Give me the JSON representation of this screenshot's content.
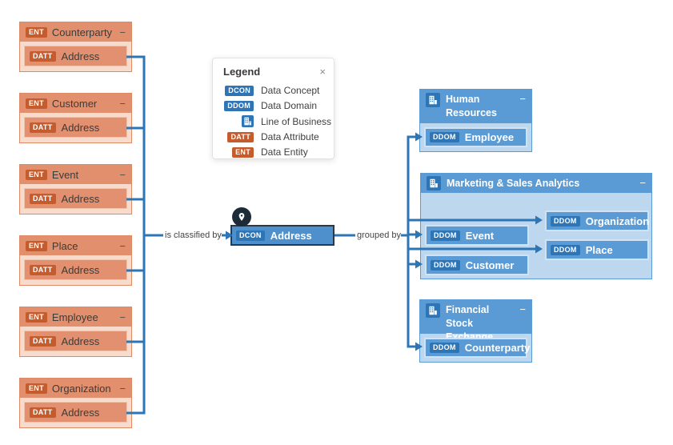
{
  "edges": {
    "left_label": "is classified by",
    "right_label": "grouped by"
  },
  "entities": [
    {
      "badge": "ENT",
      "name": "Counterparty",
      "collapse": "−",
      "attribute": {
        "badge": "DATT",
        "name": "Address"
      }
    },
    {
      "badge": "ENT",
      "name": "Customer",
      "collapse": "−",
      "attribute": {
        "badge": "DATT",
        "name": "Address"
      }
    },
    {
      "badge": "ENT",
      "name": "Event",
      "collapse": "−",
      "attribute": {
        "badge": "DATT",
        "name": "Address"
      }
    },
    {
      "badge": "ENT",
      "name": "Place",
      "collapse": "−",
      "attribute": {
        "badge": "DATT",
        "name": "Address"
      }
    },
    {
      "badge": "ENT",
      "name": "Employee",
      "collapse": "−",
      "attribute": {
        "badge": "DATT",
        "name": "Address"
      }
    },
    {
      "badge": "ENT",
      "name": "Organization",
      "collapse": "−",
      "attribute": {
        "badge": "DATT",
        "name": "Address"
      }
    }
  ],
  "concept": {
    "badge": "DCON",
    "name": "Address"
  },
  "lobs": [
    {
      "title": "Human Resources",
      "collapse": "−",
      "domains": [
        {
          "badge": "DDOM",
          "name": "Employee"
        }
      ]
    },
    {
      "title": "Marketing & Sales Analytics",
      "collapse": "−",
      "domains": [
        {
          "badge": "DDOM",
          "name": "Event"
        },
        {
          "badge": "DDOM",
          "name": "Customer"
        },
        {
          "badge": "DDOM",
          "name": "Organization"
        },
        {
          "badge": "DDOM",
          "name": "Place"
        }
      ]
    },
    {
      "title": "Financial Stock Exchange",
      "collapse": "−",
      "domains": [
        {
          "badge": "DDOM",
          "name": "Counterparty"
        }
      ]
    }
  ],
  "legend": {
    "title": "Legend",
    "close": "×",
    "items": [
      {
        "badge": "DCON",
        "label": "Data Concept"
      },
      {
        "badge": "DDOM",
        "label": "Data Domain"
      },
      {
        "icon": "building-icon",
        "label": "Line of Business"
      },
      {
        "badge": "DATT",
        "label": "Data Attribute"
      },
      {
        "badge": "ENT",
        "label": "Data Entity"
      }
    ]
  },
  "colors": {
    "entity_header": "#e28f6e",
    "entity_body": "#f7dccd",
    "entity_badge": "#c55c2e",
    "lob_header": "#5b9bd5",
    "lob_body": "#bdd7ee",
    "domain_badge": "#2e75b6",
    "edge_blue": "#2e75b6",
    "concept_fill": "#4d90cc",
    "concept_border": "#253a50"
  }
}
